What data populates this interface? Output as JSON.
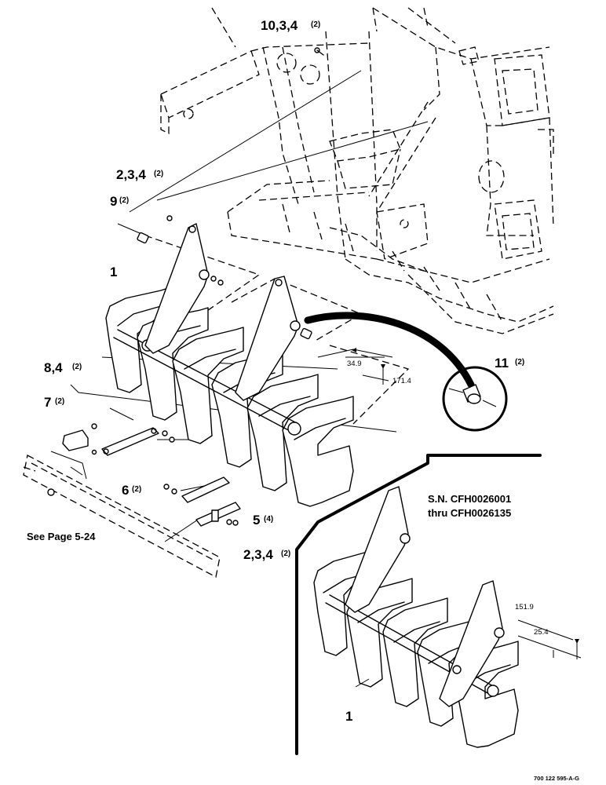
{
  "callouts": {
    "c_10_3_4": {
      "text": "10,3,4",
      "qty": "(2)"
    },
    "c_2_3_4_top": {
      "text": "2,3,4",
      "qty": "(2)"
    },
    "c_9": {
      "text": "9",
      "qty": "(2)"
    },
    "c_1_main": {
      "text": "1",
      "qty": ""
    },
    "c_8_4": {
      "text": "8,4",
      "qty": "(2)"
    },
    "c_7": {
      "text": "7",
      "qty": "(2)"
    },
    "c_6": {
      "text": "6",
      "qty": "(2)"
    },
    "c_5": {
      "text": "5",
      "qty": "(4)"
    },
    "c_2_3_4_bottom": {
      "text": "2,3,4",
      "qty": "(2)"
    },
    "c_11": {
      "text": "11",
      "qty": "(2)"
    },
    "c_1_inset": {
      "text": "1",
      "qty": ""
    }
  },
  "dimensions": {
    "d_34_9": "34.9",
    "d_171_4": "171.4",
    "d_151_9": "151.9",
    "d_25_4": "25.4"
  },
  "notes": {
    "see_page": "See Page 5-24",
    "sn_line1": "S.N. CFH0026001",
    "sn_line2": "thru CFH0026135"
  },
  "figure_ref": "700 122 595-A-G"
}
